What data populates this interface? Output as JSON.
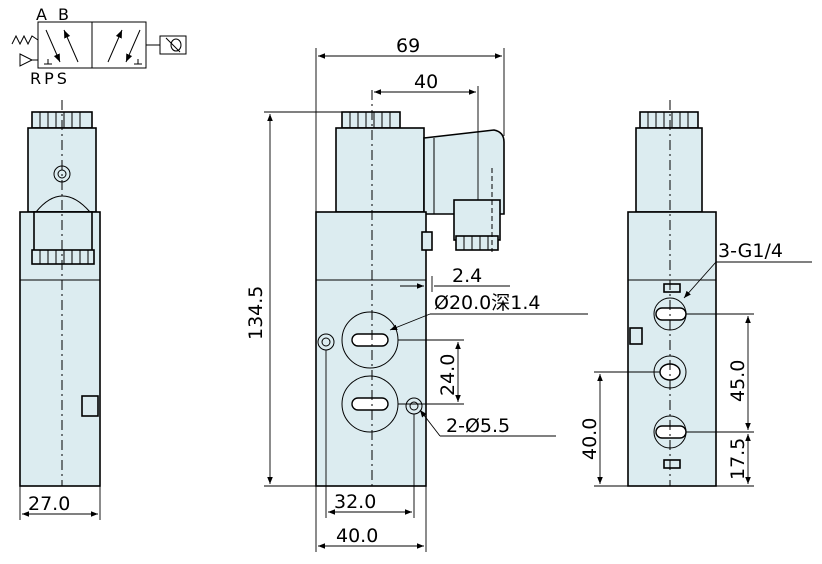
{
  "symbol": {
    "port_top_a": "A",
    "port_top_b": "B",
    "ports_bottom": "RPS"
  },
  "dimensions": {
    "left_width": "27.0",
    "overall_width": "69",
    "coil_offset": "40",
    "height": "134.5",
    "gap": "2.4",
    "port_face": "Ø20.0深1.4",
    "port_pitch_front": "24.0",
    "mount_holes": "2-Ø5.5",
    "hole_spacing": "32.0",
    "body_width": "40.0",
    "ports": "3-G1/4",
    "port_pitch_side": "45.0",
    "side_offset": "40.0",
    "bottom_offset": "17.5"
  }
}
